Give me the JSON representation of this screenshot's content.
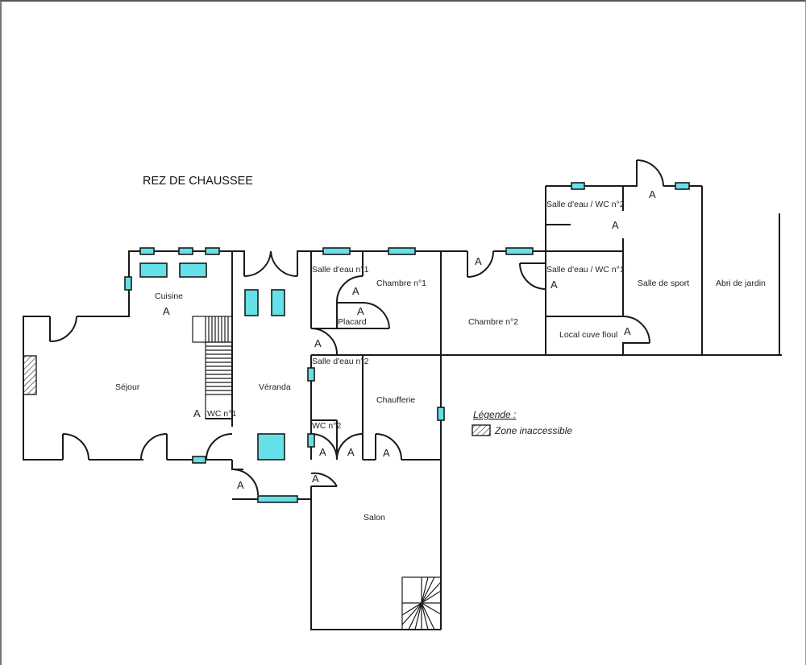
{
  "plan": {
    "title": "REZ DE CHAUSSEE",
    "rooms": [
      {
        "id": "cuisine",
        "label": "Cuisine"
      },
      {
        "id": "sejour",
        "label": "Séjour"
      },
      {
        "id": "wc1",
        "label": "WC n°1"
      },
      {
        "id": "veranda",
        "label": "Véranda"
      },
      {
        "id": "salle-eau-1",
        "label": "Salle d'eau n°1"
      },
      {
        "id": "chambre-1",
        "label": "Chambre n°1"
      },
      {
        "id": "placard",
        "label": "Placard"
      },
      {
        "id": "salle-eau-2",
        "label": "Salle d'eau n°2"
      },
      {
        "id": "wc2",
        "label": "WC n°2"
      },
      {
        "id": "chaufferie",
        "label": "Chaufferie"
      },
      {
        "id": "salon",
        "label": "Salon"
      },
      {
        "id": "chambre-2",
        "label": "Chambre n°2"
      },
      {
        "id": "salle-eau-wc-2",
        "label": "Salle d'eau / WC n°2"
      },
      {
        "id": "salle-eau-wc-1",
        "label": "Salle d'eau / WC n°1"
      },
      {
        "id": "local-cuve-fioul",
        "label": "Local cuve fioul"
      },
      {
        "id": "salle-de-sport",
        "label": "Salle de sport"
      },
      {
        "id": "abri-de-jardin",
        "label": "Abri de jardin"
      }
    ],
    "access_marker": "A"
  },
  "legend": {
    "title": "Légende :",
    "items": [
      {
        "label": "Zone inaccessible",
        "pattern": "hatched"
      }
    ]
  },
  "colors": {
    "window_fill": "#66e0e8",
    "wall": "#1a1a1a",
    "background": "#ffffff"
  }
}
